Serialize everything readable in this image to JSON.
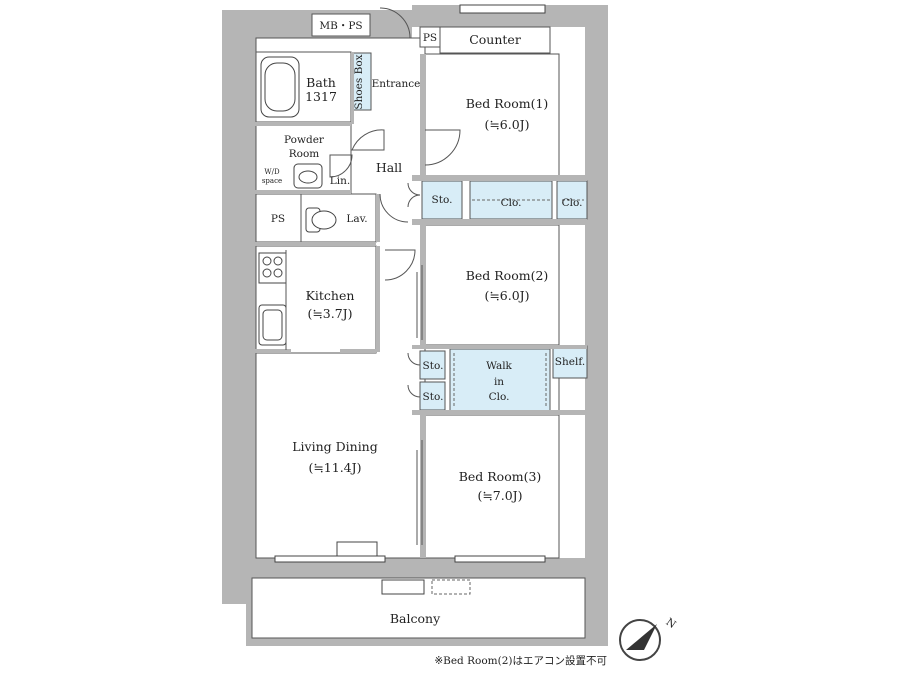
{
  "rooms": {
    "mb_ps": "MB・PS",
    "ps_top": "PS",
    "counter": "Counter",
    "bath_name": "Bath",
    "bath_size": "1317",
    "shoes_box": "Shoes Box",
    "entrance": "Entrance",
    "bed1_name": "Bed Room(1)",
    "bed1_size": "(≒6.0J)",
    "powder_room_l1": "Powder",
    "powder_room_l2": "Room",
    "wd_space_l1": "W/D",
    "wd_space_l2": "space",
    "lin": "Lin.",
    "hall": "Hall",
    "sto1": "Sto.",
    "clo1": "Clo.",
    "clo2": "Clo.",
    "ps_mid": "PS",
    "lav": "Lav.",
    "kitchen_name": "Kitchen",
    "kitchen_size": "(≒3.7J)",
    "bed2_name": "Bed Room(2)",
    "bed2_size": "(≒6.0J)",
    "sto2": "Sto.",
    "sto3": "Sto.",
    "walk_l1": "Walk",
    "walk_l2": "in",
    "walk_l3": "Clo.",
    "shelf": "Shelf.",
    "living_name": "Living Dining",
    "living_size": "(≒11.4J)",
    "bed3_name": "Bed Room(3)",
    "bed3_size": "(≒7.0J)",
    "balcony": "Balcony"
  },
  "note": "※Bed Room(2)はエアコン設置不可",
  "compass": {
    "label": "N"
  },
  "colors": {
    "wall": "#b5b5b5",
    "storage": "#d8edf7",
    "line": "#555555"
  }
}
